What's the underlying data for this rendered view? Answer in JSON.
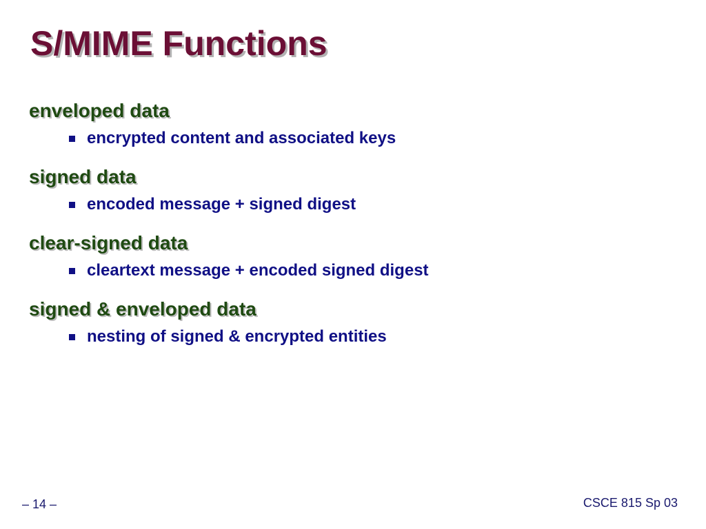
{
  "slide": {
    "title": "S/MIME Functions",
    "sections": [
      {
        "heading": "enveloped data",
        "bullets": [
          "encrypted content and associated keys"
        ]
      },
      {
        "heading": "signed data",
        "bullets": [
          "encoded message + signed digest"
        ]
      },
      {
        "heading": "clear-signed data",
        "bullets": [
          "cleartext message + encoded signed digest"
        ]
      },
      {
        "heading": "signed & enveloped data",
        "bullets": [
          "nesting of signed & encrypted entities"
        ]
      }
    ]
  },
  "footer": {
    "page_number": "– 14 –",
    "course": "CSCE 815 Sp 03"
  },
  "colors": {
    "title": "#6b0f35",
    "heading": "#1f4a12",
    "bullet_text": "#101085"
  }
}
